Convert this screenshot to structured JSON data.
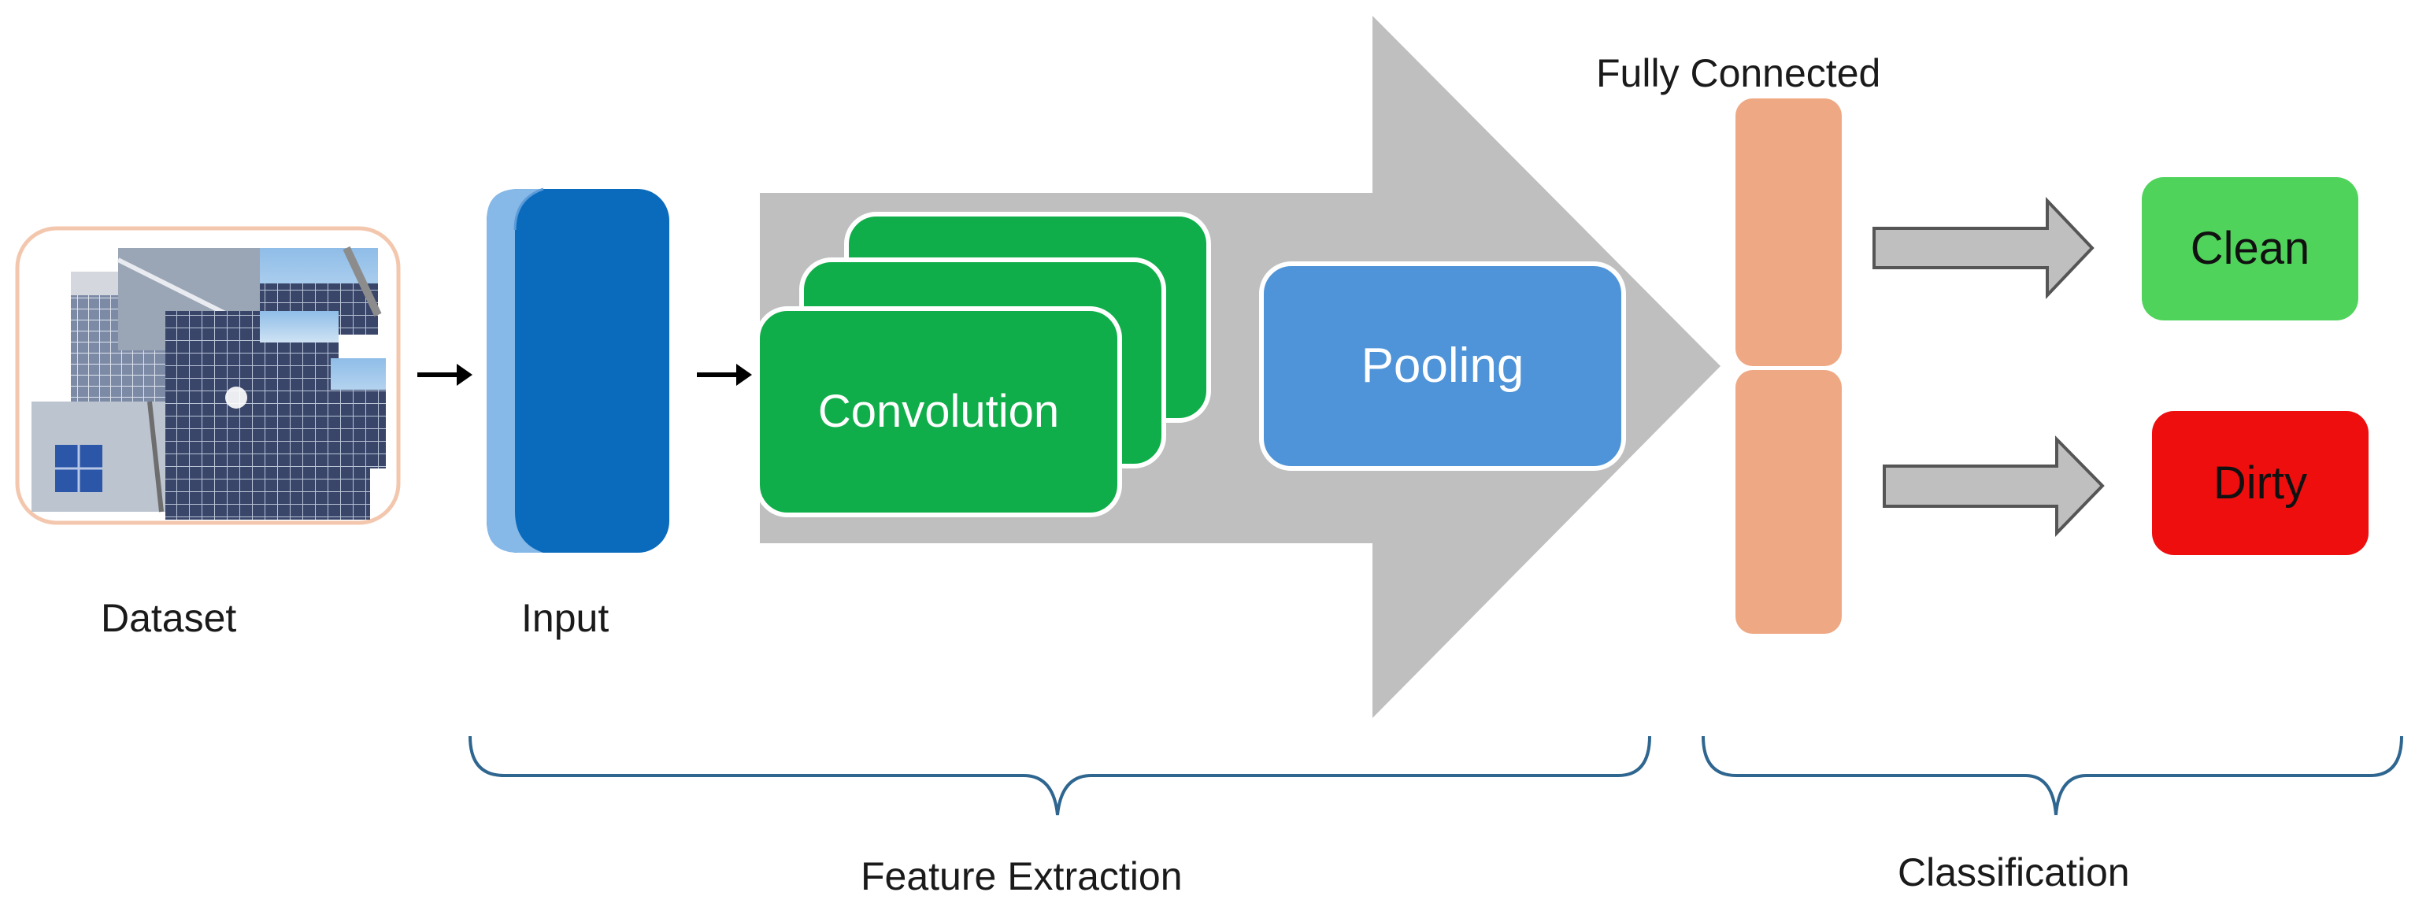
{
  "labels": {
    "dataset": "Dataset",
    "input": "Input",
    "convolution": "Convolution",
    "pooling": "Pooling",
    "fully_connected": "Fully Connected",
    "clean": "Clean",
    "dirty": "Dirty",
    "feature_extraction": "Feature Extraction",
    "classification": "Classification"
  },
  "colors": {
    "big_arrow": "#bfbfbf",
    "input_dark": "#0a6bbd",
    "input_light": "#86b8e8",
    "convolution": "#10ae4a",
    "pooling": "#4f94d8",
    "fully_connected": "#eea984",
    "clean": "#4fd35a",
    "dirty": "#ee0e0e",
    "brace": "#2f6690",
    "dataset_border": "#f3c7ad"
  },
  "icons": {
    "dataset_images": "solar-panel-photo-collage"
  }
}
